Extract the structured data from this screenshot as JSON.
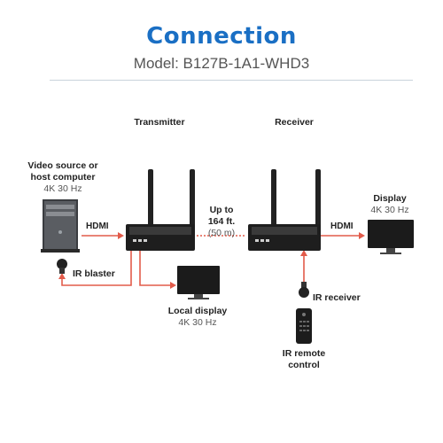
{
  "header": {
    "title": "Connection",
    "model": "Model: B127B-1A1-WHD3"
  },
  "labels": {
    "transmitter": "Transmitter",
    "receiver": "Receiver",
    "source_title_1": "Video source or",
    "source_title_2": "host computer",
    "source_res": "4K 30 Hz",
    "display_title": "Display",
    "display_res": "4K 30 Hz",
    "distance_1": "Up to",
    "distance_2": "164 ft.",
    "distance_3": "(50 m)",
    "hdmi_left": "HDMI",
    "hdmi_right": "HDMI",
    "ir_blaster": "IR blaster",
    "local_display_title": "Local display",
    "local_display_res": "4K 30 Hz",
    "ir_receiver": "IR receiver",
    "ir_remote_1": "IR remote",
    "ir_remote_2": "control"
  },
  "colors": {
    "title": "#1a6fc4",
    "connector": "#e25b4a",
    "device": "#2a2a2a"
  }
}
